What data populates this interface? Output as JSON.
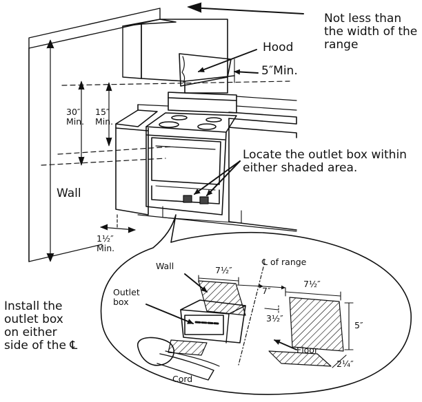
{
  "labels": {
    "not_less_than": "Not less than\nthe width of the\nrange",
    "hood": "Hood",
    "five_min": "5″Min.",
    "thirty_min": "30″\nMin.",
    "fifteen_min": "15″\nMin.",
    "locate_outlet": "Locate the outlet box within\neither shaded area.",
    "wall_main": "Wall",
    "one_half_min": "1½″\nMin.",
    "install_outlet": "Install the\noutlet box\non either\nside of the ℄",
    "wall_inset": "Wall",
    "outlet_box": "Outlet\nbox",
    "cl_of_range": "℄ of range",
    "seven_half_a": "7½″",
    "seven": "7″",
    "seven_half_b": "7½″",
    "three_half": "3½″",
    "five": "5″",
    "floor": "Floor",
    "two_quarter": "2¼″",
    "cord": "Cord"
  },
  "colors": {
    "ink": "#111111",
    "background": "#ffffff"
  }
}
